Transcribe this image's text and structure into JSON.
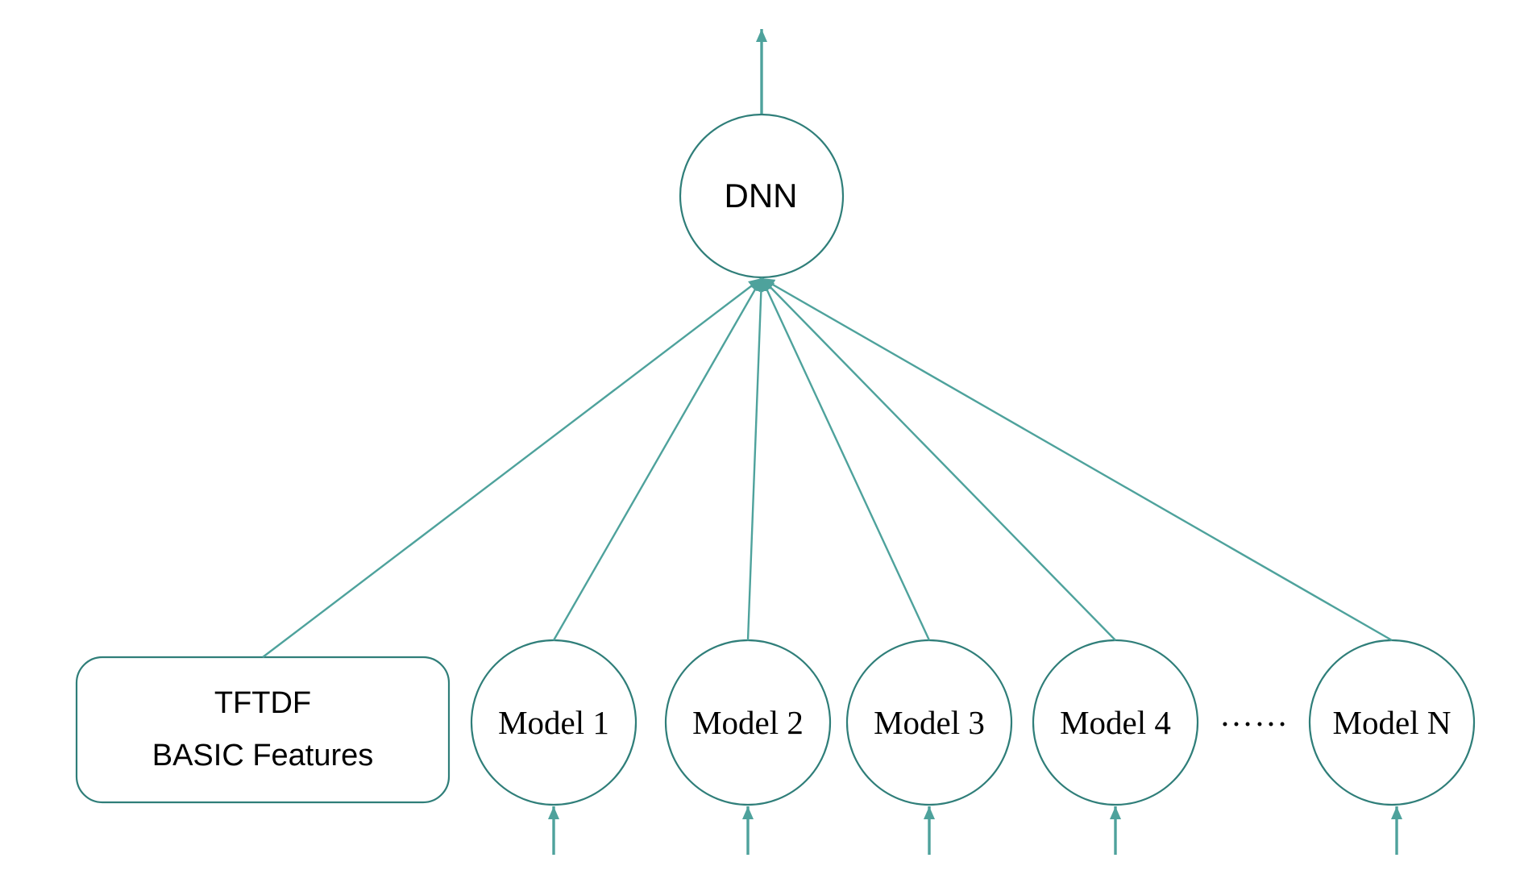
{
  "diagram": {
    "type": "ensemble-stacking-architecture",
    "colors": {
      "background": "#ffffff",
      "node_stroke": "#2f7e79",
      "connector": "#4ea29c",
      "text": "#000000"
    },
    "output_node": {
      "label": "DNN"
    },
    "feature_box": {
      "line1": "TFTDF",
      "line2": "BASIC Features"
    },
    "models": [
      {
        "label": "Model 1"
      },
      {
        "label": "Model 2"
      },
      {
        "label": "Model 3"
      },
      {
        "label": "Model 4"
      },
      {
        "label": "Model N"
      }
    ],
    "ellipsis": "……"
  }
}
